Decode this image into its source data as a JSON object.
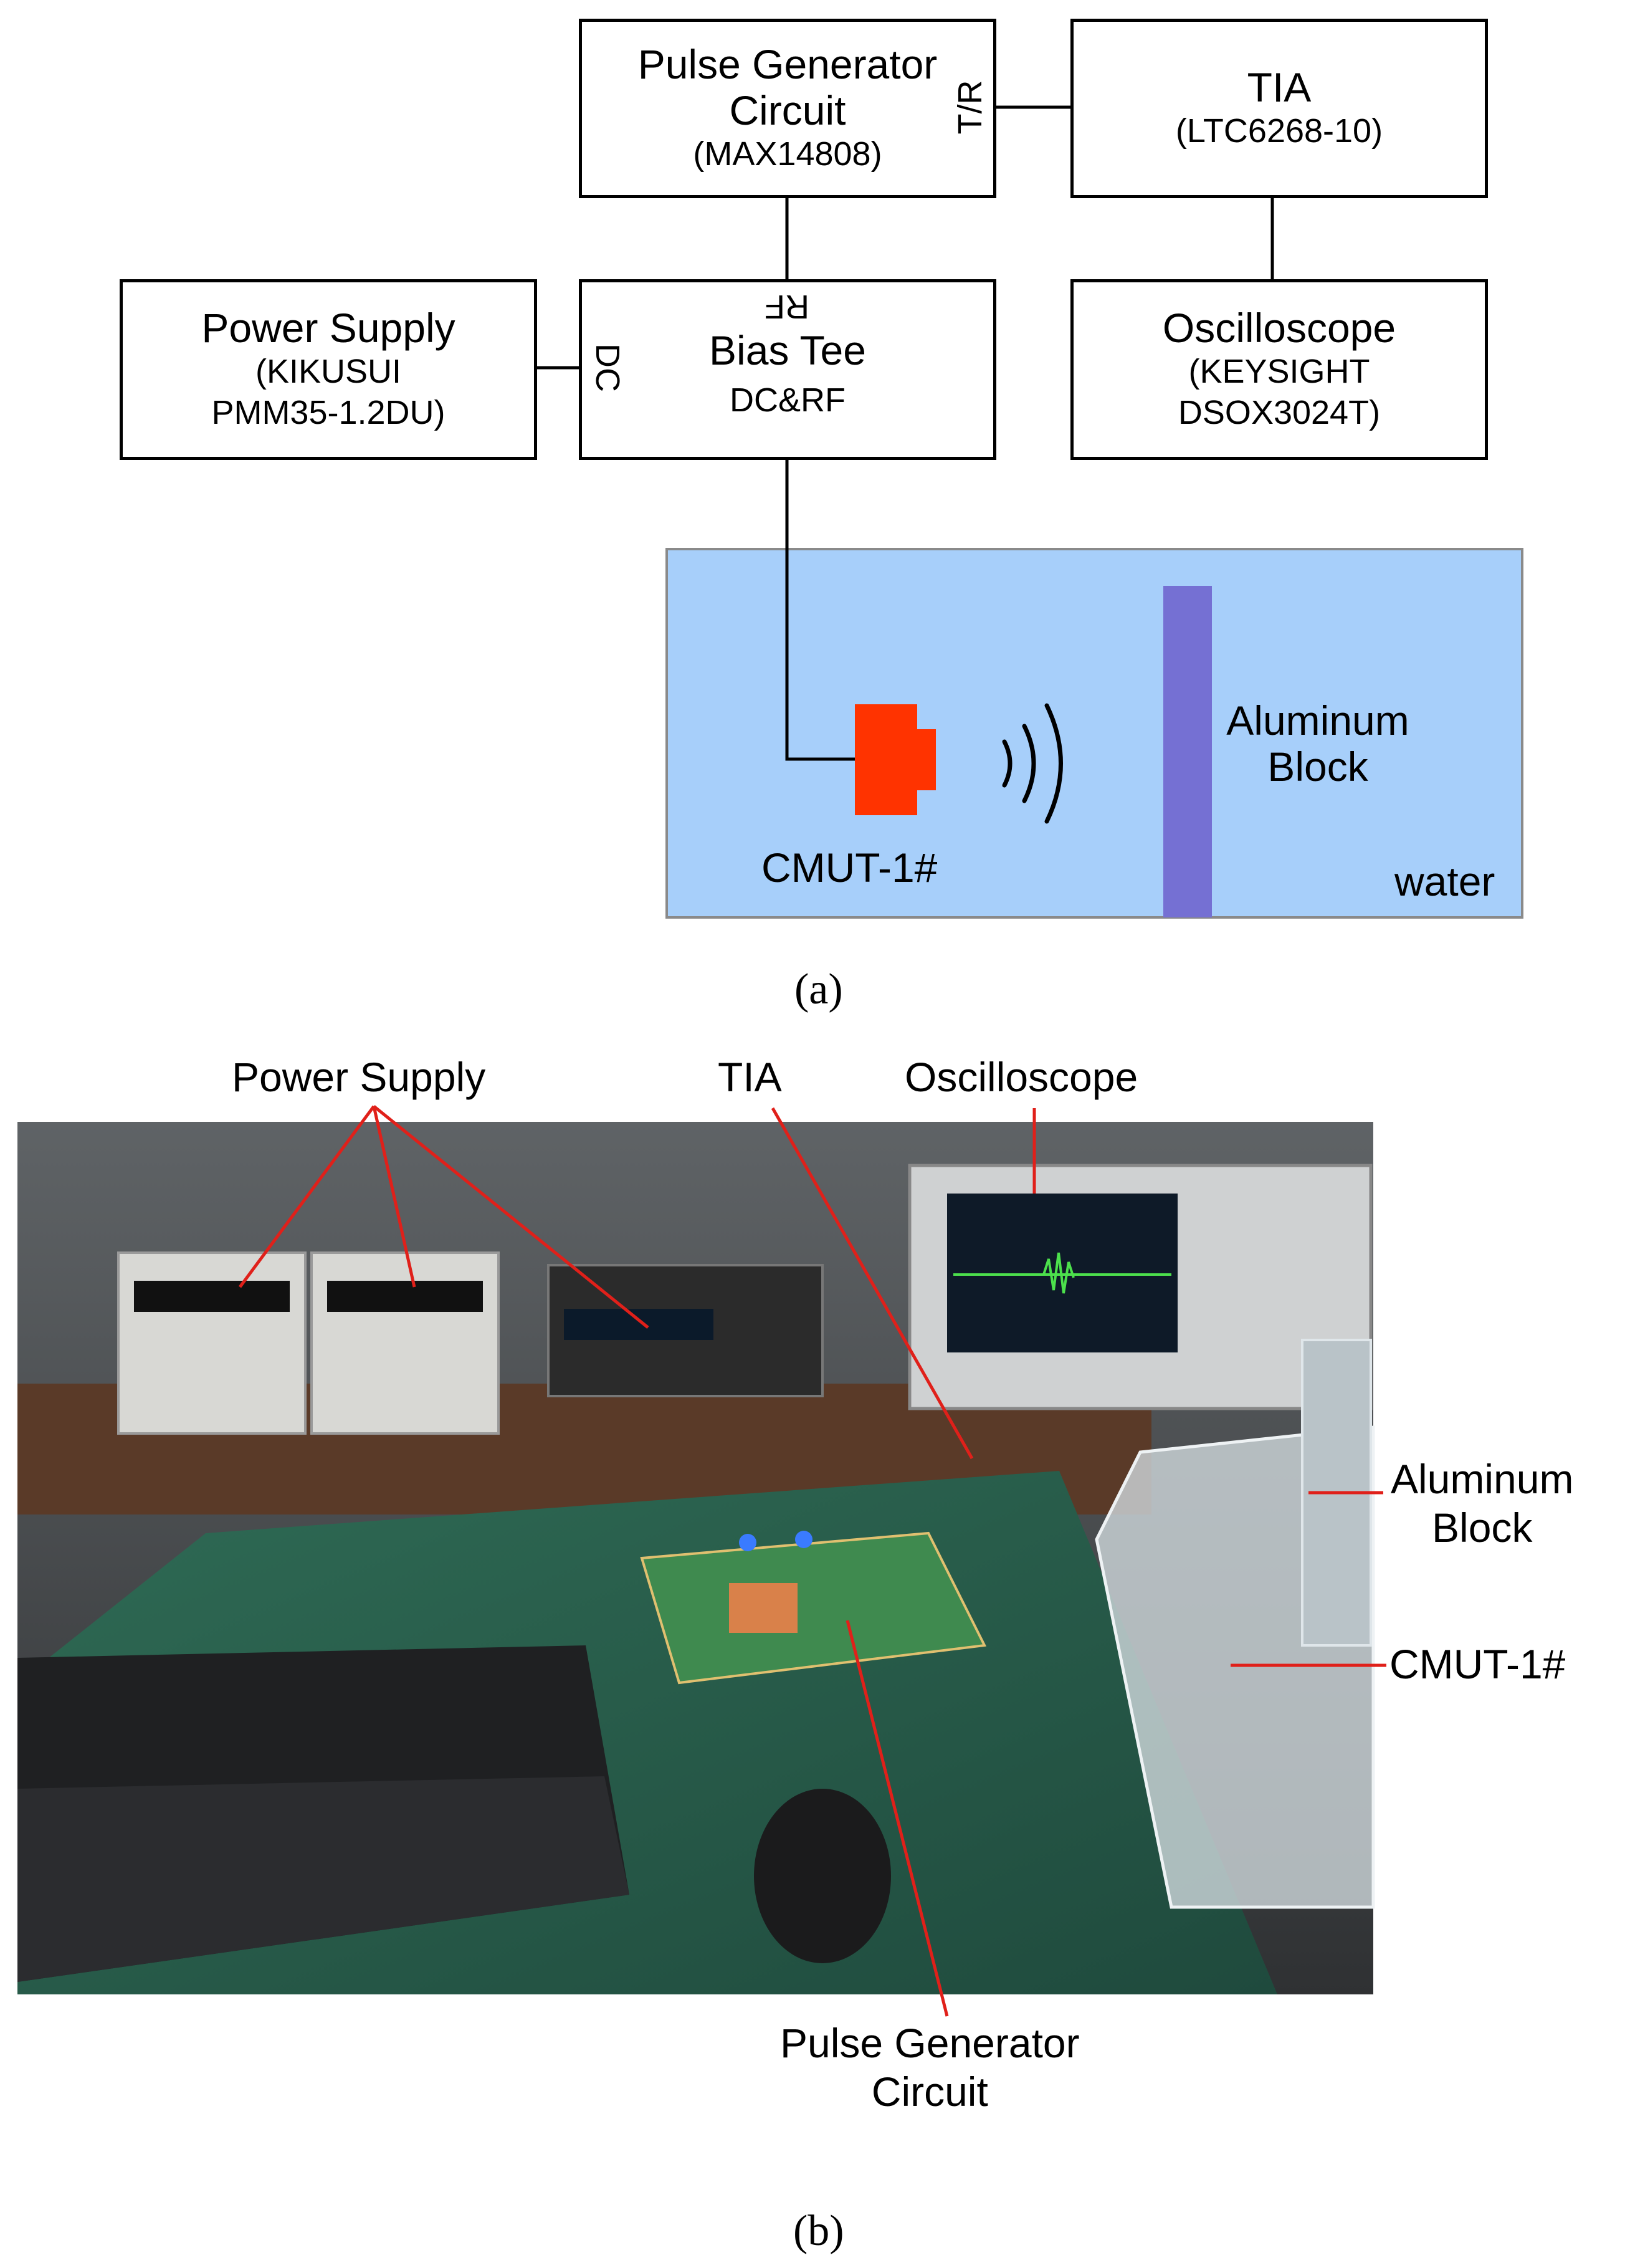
{
  "diagram_a": {
    "pulse_generator": {
      "line1": "Pulse Generator",
      "line2": "Circuit",
      "part": "(MAX14808)",
      "port": "T/R"
    },
    "tia": {
      "title": "TIA",
      "part": "(LTC6268-10)"
    },
    "power_supply": {
      "title": "Power Supply",
      "part1": "(KIKUSUI",
      "part2": "PMM35-1.2DU)"
    },
    "bias_tee": {
      "title": "Bias Tee",
      "port_top": "RF",
      "port_left": "DC",
      "port_bottom": "DC&RF"
    },
    "oscilloscope": {
      "title": "Oscilloscope",
      "part1": "(KEYSIGHT",
      "part2": "DSOX3024T)"
    },
    "tank": {
      "transducer": "CMUT-1#",
      "block_line1": "Aluminum",
      "block_line2": "Block",
      "medium": "water"
    },
    "colors": {
      "water": "#a7cffa",
      "transducer": "#ff3300",
      "block": "#7570d3"
    },
    "caption": "(a)"
  },
  "photo_b": {
    "callouts": {
      "power_supply": "Power Supply",
      "tia": "TIA",
      "oscilloscope": "Oscilloscope",
      "aluminum_line1": "Aluminum",
      "aluminum_line2": "Block",
      "cmut": "CMUT-1#",
      "pulse_line1": "Pulse Generator",
      "pulse_line2": "Circuit"
    },
    "caption": "(b)"
  }
}
